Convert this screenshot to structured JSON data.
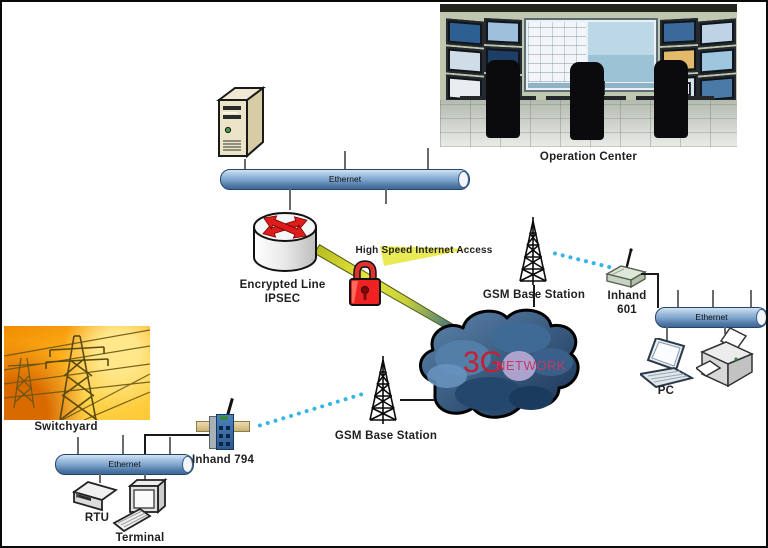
{
  "labels": {
    "operation_center": "Operation Center",
    "ethernet_top": "Ethernet",
    "encrypted_line_1": "Encrypted Line",
    "encrypted_line_2": "IPSEC",
    "high_speed": "High Speed Internet Access",
    "cloud_3g": "3G",
    "cloud_network": "NETWORK",
    "gsm_right": "GSM Base Station",
    "inhand601_name": "Inhand",
    "inhand601_model": "601",
    "ethernet_right": "Ethernet",
    "pc": "PC",
    "switchyard": "Switchyard",
    "ethernet_bottom": "Ethernet",
    "inhand794": "Inhand 794",
    "gsm_left": "GSM Base Station",
    "rtu": "RTU",
    "terminal": "Terminal"
  },
  "colors": {
    "wireless_dots": "#35b5e5",
    "lock_red": "#e62222",
    "router_arrows": "#dd1c1c",
    "cloud_fill": "#1e3c60",
    "ethernet_pipe": "#7da4cc",
    "secure_link_yellow": "#e2e23e",
    "text_3g": "#c42033",
    "text_network": "#c23a68"
  }
}
